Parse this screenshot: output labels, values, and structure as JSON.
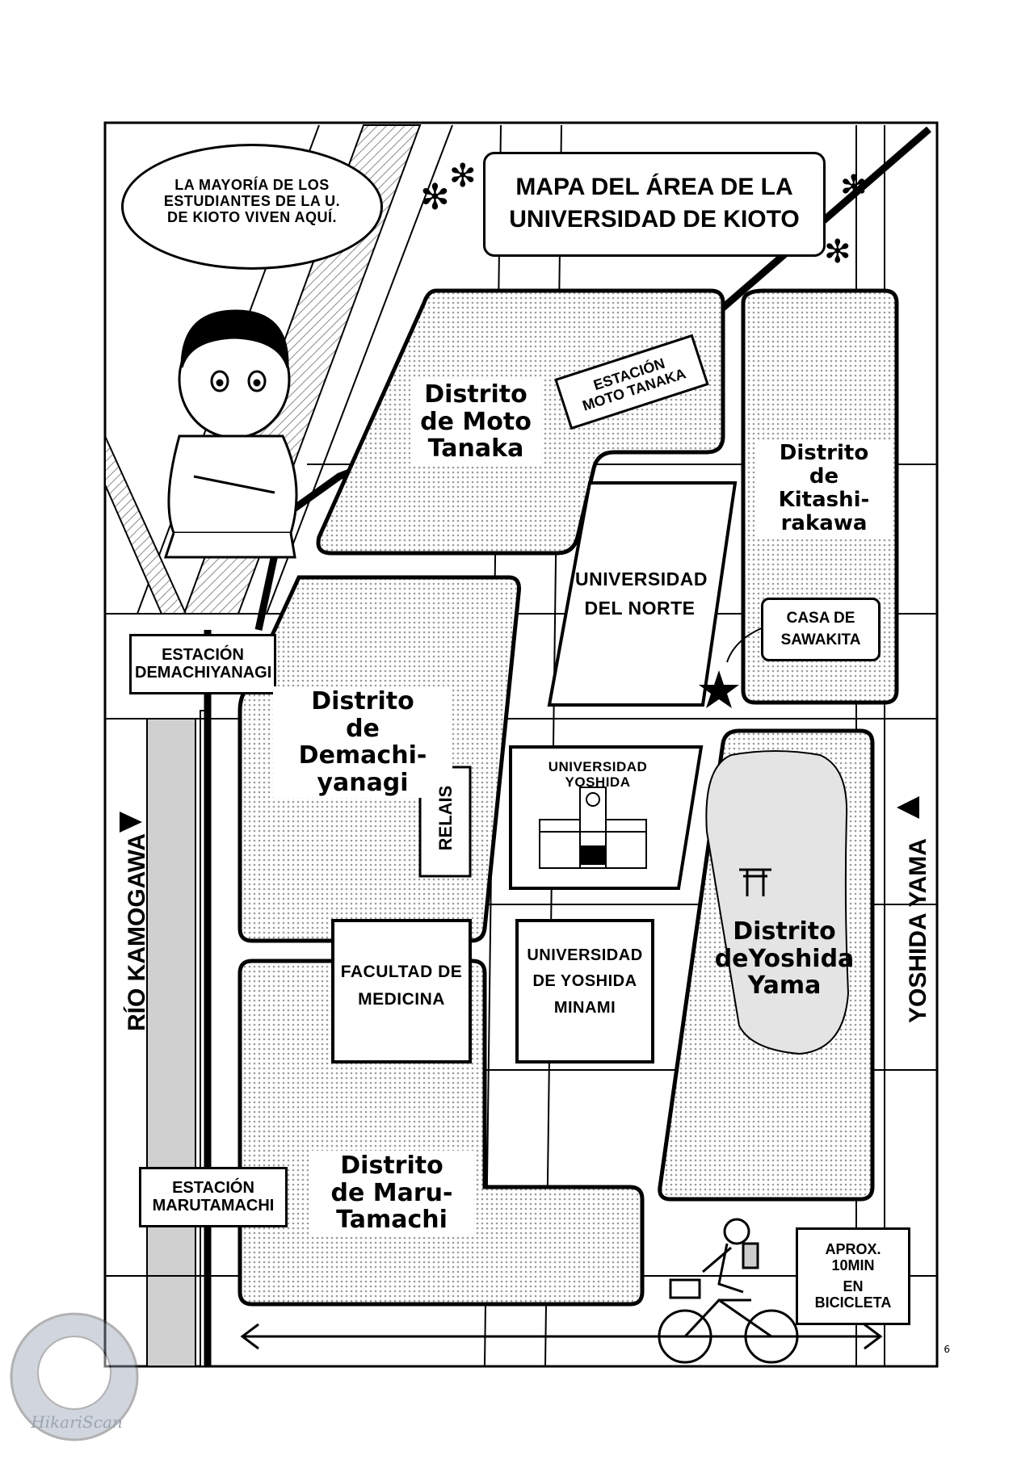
{
  "title": {
    "line1": "MAPA DEL ÁREA DE LA",
    "line2": "UNIVERSIDAD DE KIOTO"
  },
  "speech_bubble": {
    "lines": [
      "LA MAYORÍA DE LOS",
      "ESTUDIANTES DE LA U.",
      "DE KIOTO VIVEN AQUÍ."
    ]
  },
  "stations": {
    "moto_tanaka": {
      "line1": "ESTACIÓN",
      "line2": "MOTO TANAKA"
    },
    "demachiyanagi": {
      "line1": "ESTACIÓN",
      "line2": "DEMACHIYANAGI"
    },
    "marutamachi": {
      "line1": "ESTACIÓN",
      "line2": "MARUTAMACHI"
    }
  },
  "districts": {
    "moto_tanaka": [
      "Distrito",
      "de Moto",
      "Tanaka"
    ],
    "kitashirakawa": [
      "Distrito",
      "de Kitashi-",
      "rakawa"
    ],
    "demachiyanagi": [
      "Distrito",
      "de Demachi-",
      "yanagi"
    ],
    "yoshida_yama": [
      "Distrito",
      "deYoshida",
      "Yama"
    ],
    "marutamachi": [
      "Distrito",
      "de Maru-",
      "Tamachi"
    ]
  },
  "places": {
    "universidad_norte": [
      "UNIVERSIDAD",
      "DEL NORTE"
    ],
    "universidad_yoshida": "UNIVERSIDAD YOSHIDA",
    "facultad_medicina": [
      "FACULTAD DE",
      "MEDICINA"
    ],
    "universidad_yoshida_minami": [
      "UNIVERSIDAD",
      "DE YOSHIDA",
      "MINAMI"
    ],
    "relais": "RELAIS",
    "casa_sawakita": [
      "CASA DE",
      "SAWAKITA"
    ]
  },
  "side_labels": {
    "river": "RÍO KAMOGAWA",
    "mountain": "YOSHIDA YAMA"
  },
  "bike_note": {
    "line1": "APROX. 10MIN",
    "line2": "EN BICICLETA"
  },
  "page_number": "6",
  "watermark": "HikariScan",
  "colors": {
    "ink": "#000000",
    "paper": "#ffffff",
    "screentone": "#c8c8c8",
    "river": "#d0d0d0"
  }
}
